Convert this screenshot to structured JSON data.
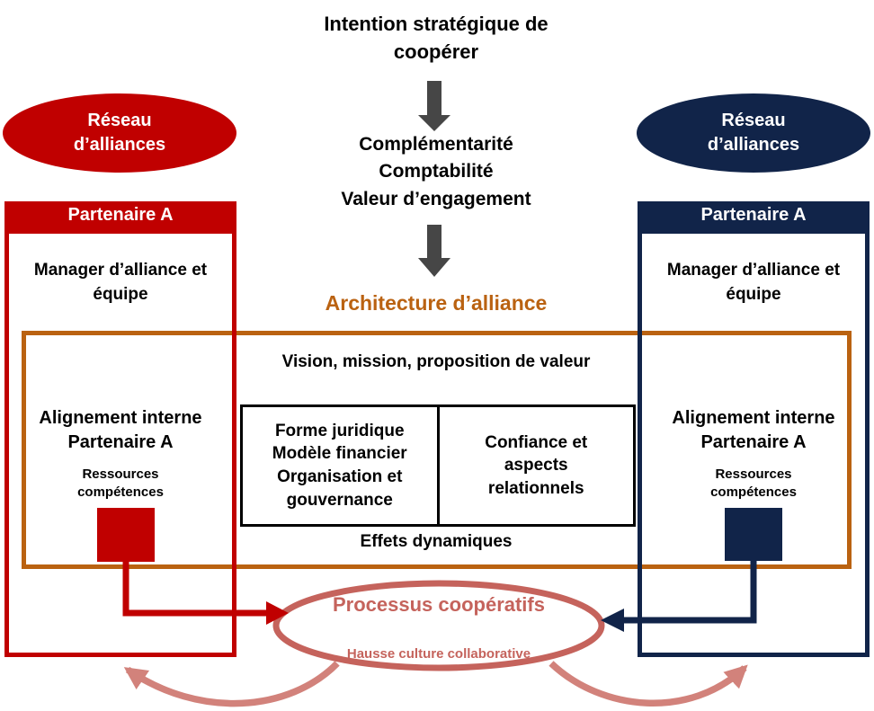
{
  "colors": {
    "red": "#C00000",
    "navy": "#112449",
    "orange": "#BA6211",
    "pink": "#C5635C",
    "pink_light": "#D2827B",
    "gray": "#464646",
    "black": "#000000",
    "white": "#FFFFFF"
  },
  "flow": {
    "intention": "Intention stratégique de coopérer",
    "criteria": [
      "Complémentarité",
      "Comptabilité",
      "Valeur d’engagement"
    ],
    "architecture_title": "Architecture d’alliance"
  },
  "network_left": {
    "label": "Réseau d’alliances"
  },
  "network_right": {
    "label": "Réseau d’alliances"
  },
  "partner_left": {
    "header": "Partenaire A",
    "manager": "Manager d’alliance et équipe",
    "alignment": "Alignement interne Partenaire A",
    "resources": "Ressources compétences"
  },
  "partner_right": {
    "header": "Partenaire A",
    "manager": "Manager d’alliance et équipe",
    "alignment": "Alignement interne Partenaire A",
    "resources": "Ressources compétences"
  },
  "architecture": {
    "vision": "Vision, mission, proposition de valeur",
    "structure_lines": [
      "Forme juridique",
      "Modèle financier",
      "Organisation et gouvernance"
    ],
    "relational": "Confiance et aspects relationnels",
    "effects": "Effets dynamiques"
  },
  "process": {
    "title": "Processus coopératifs",
    "subtitle": "Hausse culture collaborative"
  }
}
